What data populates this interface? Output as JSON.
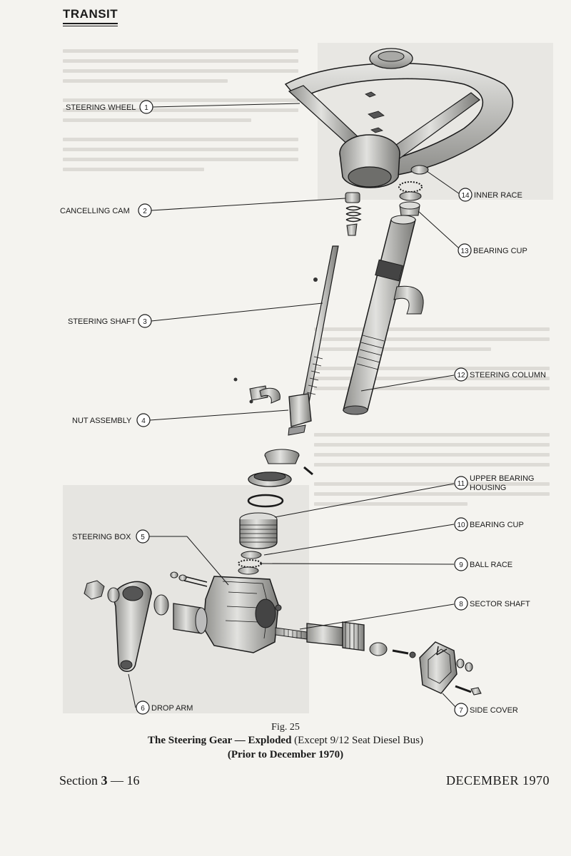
{
  "header": {
    "title": "TRANSIT"
  },
  "callouts": [
    {
      "num": "1",
      "label": "STEERING WHEEL"
    },
    {
      "num": "2",
      "label": "CANCELLING CAM"
    },
    {
      "num": "3",
      "label": "STEERING SHAFT"
    },
    {
      "num": "4",
      "label": "NUT ASSEMBLY"
    },
    {
      "num": "5",
      "label": "STEERING BOX"
    },
    {
      "num": "6",
      "label": "DROP ARM"
    },
    {
      "num": "7",
      "label": "SIDE COVER"
    },
    {
      "num": "8",
      "label": "SECTOR SHAFT"
    },
    {
      "num": "9",
      "label": "BALL RACE"
    },
    {
      "num": "10",
      "label": "BEARING CUP"
    },
    {
      "num": "11",
      "label": "UPPER BEARING",
      "label2": "HOUSING"
    },
    {
      "num": "12",
      "label": "STEERING COLUMN"
    },
    {
      "num": "13",
      "label": "BEARING CUP"
    },
    {
      "num": "14",
      "label": "INNER RACE"
    }
  ],
  "caption": {
    "fig_num": "Fig. 25",
    "title_bold": "The Steering Gear — Exploded",
    "title_rest": " (Except 9/12 Seat Diesel Bus)",
    "subtitle": "(Prior to December 1970)"
  },
  "footer": {
    "section_prefix": "Section ",
    "section_bold": "3",
    "section_suffix": " — 16",
    "date": "DECEMBER 1970"
  },
  "colors": {
    "ink": "#1a1a1a",
    "paper": "#f4f3ef",
    "part_fill": "#c8c8c6",
    "part_dark": "#7e7e7b"
  }
}
